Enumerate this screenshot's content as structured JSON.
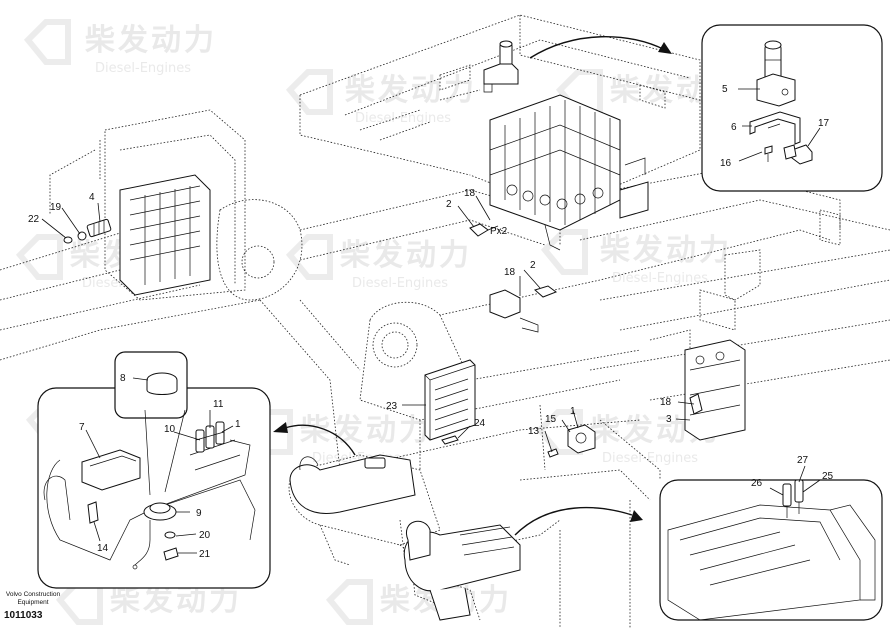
{
  "watermark": {
    "brand_cn": "柴发动力",
    "brand_en": "Diesel-Engines"
  },
  "labels": {
    "p1": "1",
    "p2": "2",
    "p3": "3",
    "p4": "4",
    "p5": "5",
    "p6": "6",
    "p7": "7",
    "p8": "8",
    "p9": "9",
    "p10": "10",
    "p11": "11",
    "p13": "13",
    "p14": "14",
    "p15": "15",
    "p16": "16",
    "p17": "17",
    "p18": "18",
    "p19": "19",
    "p20": "20",
    "p21": "21",
    "p22": "22",
    "p23": "23",
    "p24": "24",
    "p25": "25",
    "p26": "26",
    "p27": "27",
    "px2": "Px2"
  },
  "footer": {
    "brand": "Volvo Construction Equipment",
    "part_number": "1011033"
  }
}
